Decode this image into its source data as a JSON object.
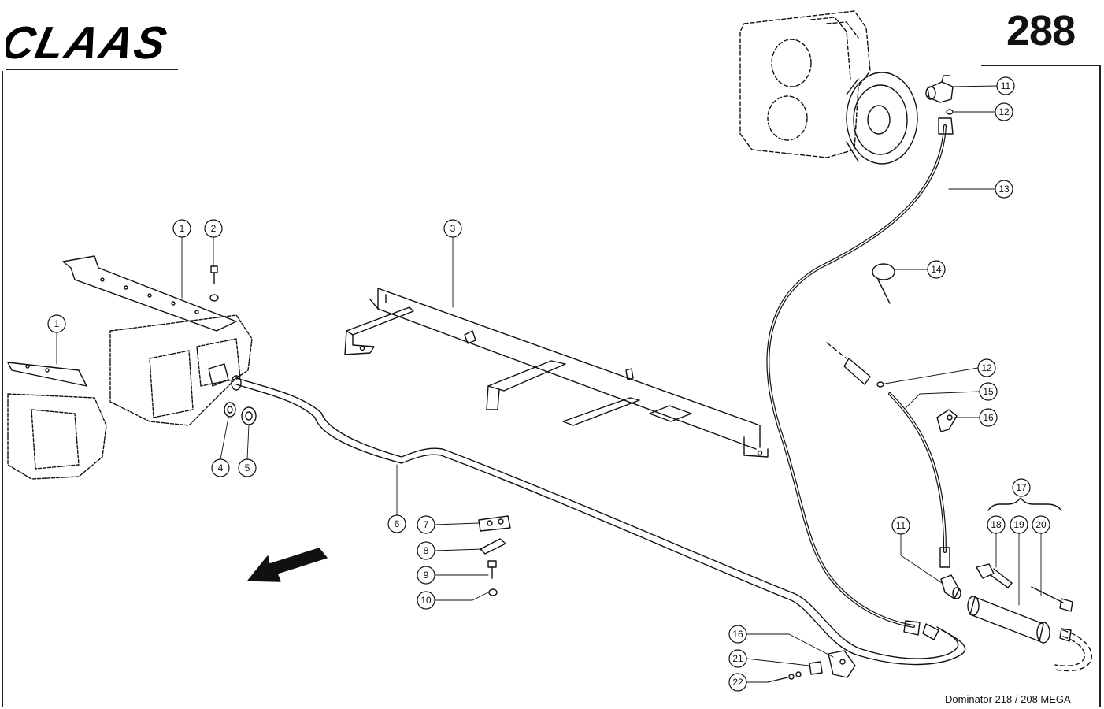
{
  "header": {
    "logo_text": "CLAAS",
    "page_number": "288"
  },
  "footer": {
    "model": "Dominator 218 / 208 MEGA"
  },
  "callouts": [
    {
      "id": "c1a",
      "label": "1"
    },
    {
      "id": "c1b",
      "label": "1"
    },
    {
      "id": "c2",
      "label": "2"
    },
    {
      "id": "c3",
      "label": "3"
    },
    {
      "id": "c4",
      "label": "4"
    },
    {
      "id": "c5",
      "label": "5"
    },
    {
      "id": "c6",
      "label": "6"
    },
    {
      "id": "c7",
      "label": "7"
    },
    {
      "id": "c8",
      "label": "8"
    },
    {
      "id": "c9",
      "label": "9"
    },
    {
      "id": "c10",
      "label": "10"
    },
    {
      "id": "c11a",
      "label": "11"
    },
    {
      "id": "c12a",
      "label": "12"
    },
    {
      "id": "c13",
      "label": "13"
    },
    {
      "id": "c14",
      "label": "14"
    },
    {
      "id": "c12b",
      "label": "12"
    },
    {
      "id": "c15",
      "label": "15"
    },
    {
      "id": "c16a",
      "label": "16"
    },
    {
      "id": "c17",
      "label": "17"
    },
    {
      "id": "c18",
      "label": "18"
    },
    {
      "id": "c19",
      "label": "19"
    },
    {
      "id": "c20",
      "label": "20"
    },
    {
      "id": "c11b",
      "label": "11"
    },
    {
      "id": "c16b",
      "label": "16"
    },
    {
      "id": "c21",
      "label": "21"
    },
    {
      "id": "c22",
      "label": "22"
    }
  ]
}
